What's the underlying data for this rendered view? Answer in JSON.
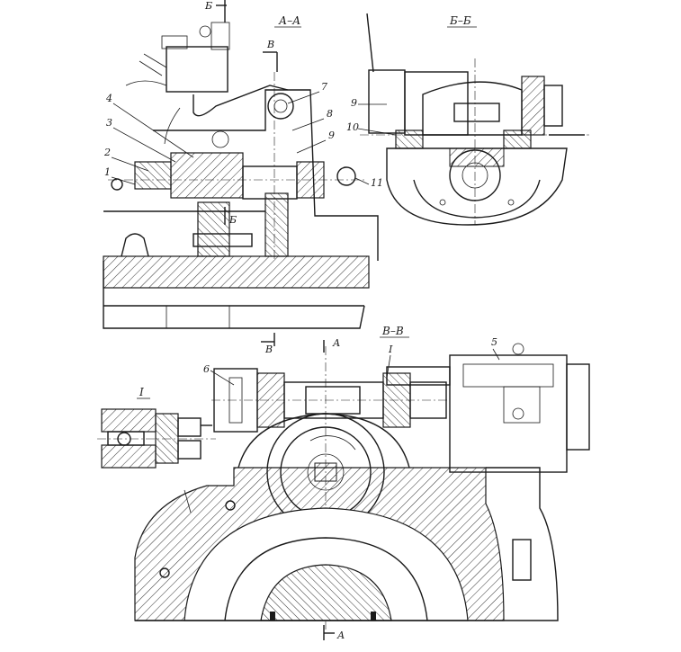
{
  "section_titles": {
    "aa": "А–А",
    "bb": "Б–Б",
    "vv": "В–В",
    "detail": "I"
  },
  "cut_marks": {
    "b_top": "Б",
    "b_mid": "Б",
    "v_top": "В",
    "v_mid": "В",
    "a_mid": "А",
    "a_bottom": "А",
    "detail_ref": "I"
  },
  "callouts": {
    "c1": "1",
    "c2": "2",
    "c3": "3",
    "c4": "4",
    "c5": "5",
    "c6": "6",
    "c7": "7",
    "c8": "8",
    "c9a": "9",
    "c9b": "9",
    "c10": "10",
    "c11": "11"
  }
}
